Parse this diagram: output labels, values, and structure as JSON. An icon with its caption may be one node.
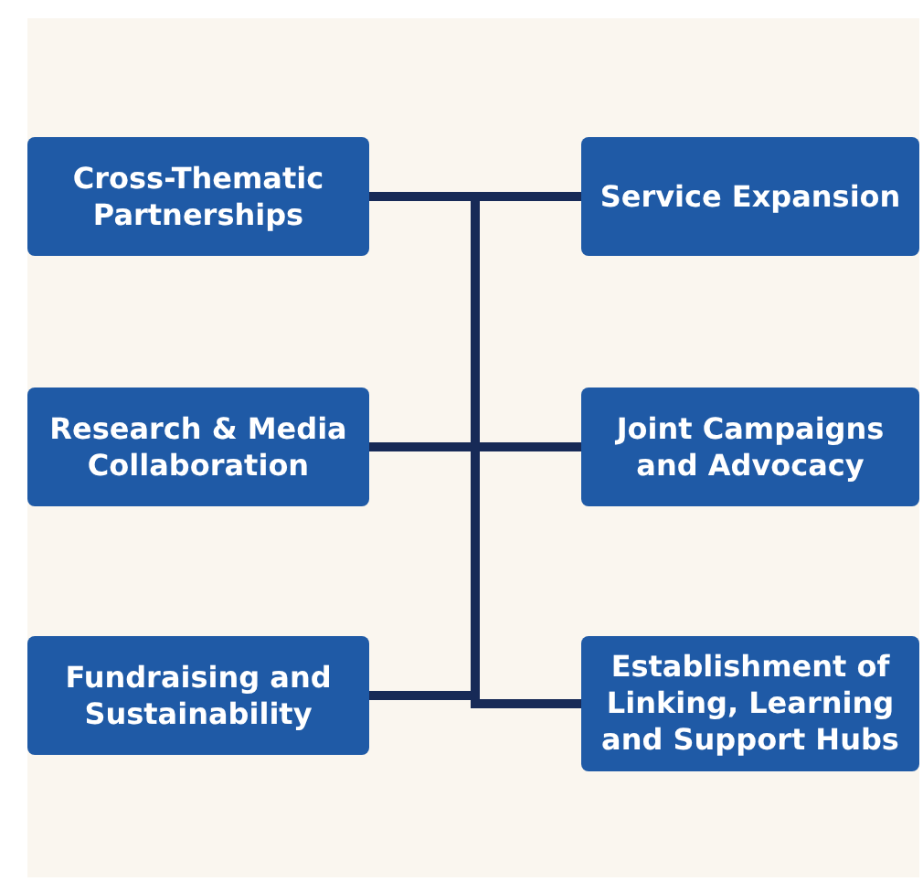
{
  "diagram": {
    "nodes": [
      {
        "text": [
          "Cross-Thematic Partnerships"
        ]
      },
      {
        "text": [
          "Research & Media Collaboration"
        ]
      },
      {
        "text": [
          "Fundraising and Sustainability"
        ]
      },
      {
        "text": [
          "Service Expansion"
        ]
      },
      {
        "text": [
          "Joint Campaigns and Advocacy"
        ]
      },
      {
        "text": [
          "Establishment of Linking, Learning and Support Hubs"
        ]
      }
    ],
    "edges": [
      {
        "from": 0,
        "to": 3,
        "arrow": "none"
      },
      {
        "from": 1,
        "to": 4,
        "arrow": "none"
      },
      {
        "from": 2,
        "to": 5,
        "arrow": "none"
      }
    ]
  }
}
